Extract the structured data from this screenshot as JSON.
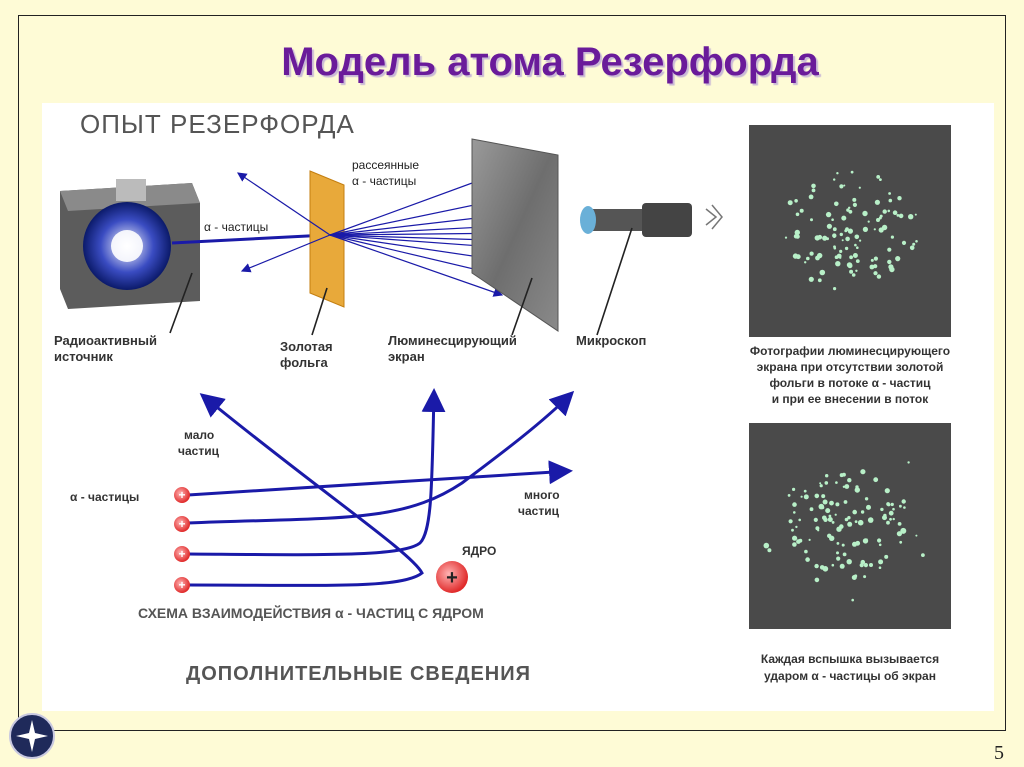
{
  "slide": {
    "title": "Модель атома Резерфорда",
    "page_number": "5"
  },
  "diagram": {
    "heading": "ОПЫТ РЕЗЕРФОРДА",
    "alpha_label": "α - частицы",
    "scattered_label_1": "рассеянные",
    "scattered_label_2": "α - частицы",
    "source_label_1": "Радиоактивный",
    "source_label_2": "источник",
    "foil_label_1": "Золотая",
    "foil_label_2": "фольга",
    "screen_label_1": "Люминесцирующий",
    "screen_label_2": "экран",
    "microscope_label": "Микроскоп",
    "few_label_1": "мало",
    "few_label_2": "частиц",
    "alpha_label_2": "α - частицы",
    "many_label_1": "много",
    "many_label_2": "частиц",
    "nucleus_label": "ЯДРО",
    "scheme_label": "СХЕМА ВЗАИМОДЕЙСТВИЯ α - ЧАСТИЦ С ЯДРОМ",
    "extra_label": "ДОПОЛНИТЕЛЬНЫЕ СВЕДЕНИЯ",
    "photo_caption_1": "Фотографии люминесцирующего",
    "photo_caption_2": "экрана при отсутствии золотой",
    "photo_caption_3": "фольги в потоке α - частиц",
    "photo_caption_4": "и при ее внесении в поток",
    "flash_caption_1": "Каждая вспышка вызывается",
    "flash_caption_2": "ударом α - частицы об экран",
    "plus_sign": "+"
  },
  "colors": {
    "title": "#6a1b9a",
    "beam": "#1a1aa8",
    "foil": "#e8a93a",
    "photo_bg": "#4a4a4a",
    "spark": "#b8f0c8"
  }
}
